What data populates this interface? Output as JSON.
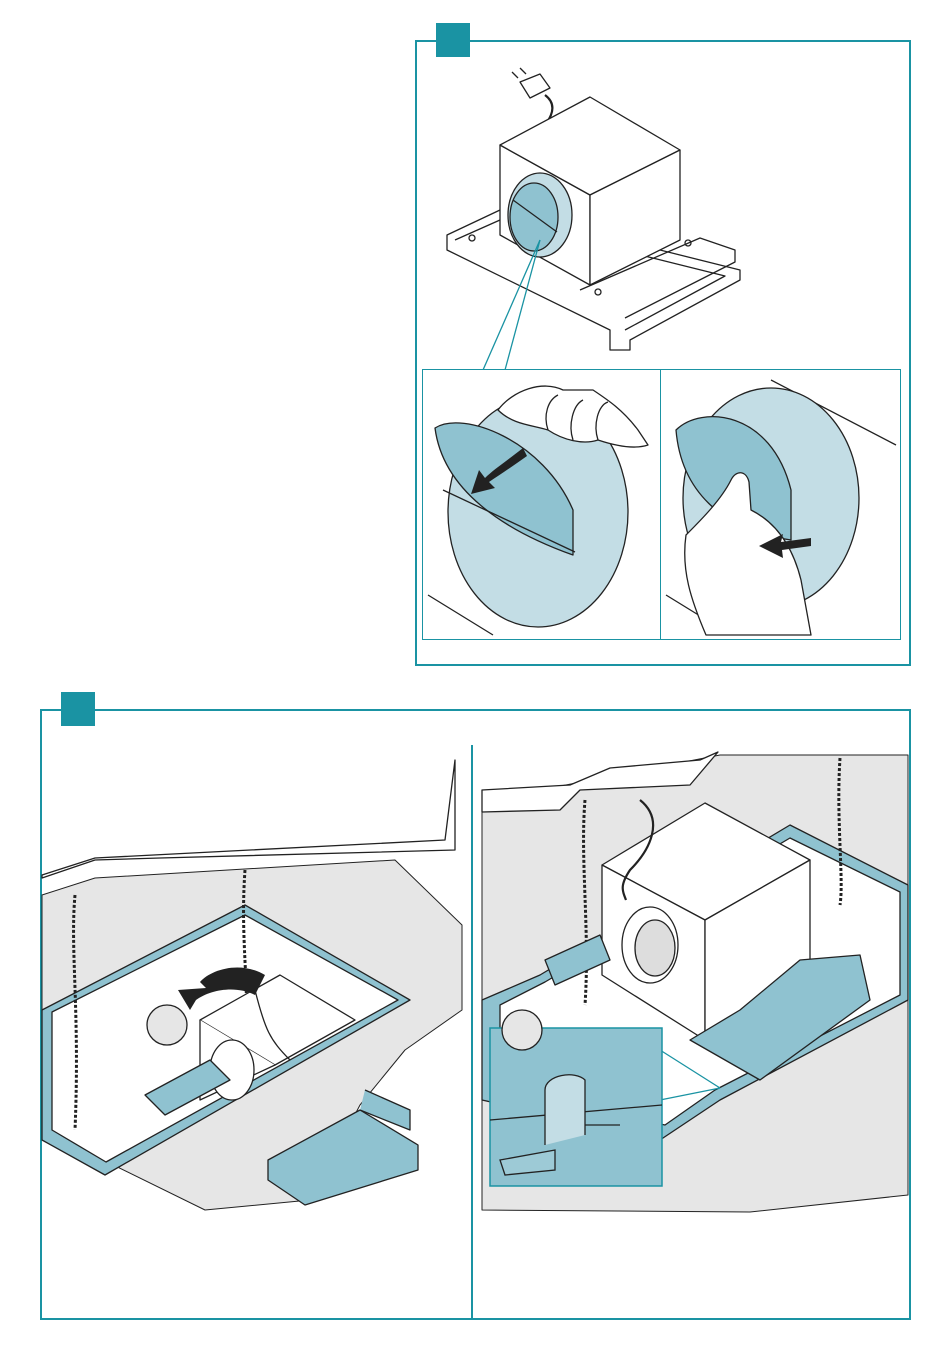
{
  "colors": {
    "accent": "#1a93a3",
    "part_fill": "#8fc2d0",
    "part_light": "#c3dde5",
    "floor_gray": "#e6e6e6",
    "line": "#222222"
  },
  "panels": [
    {
      "name": "step-panel-top",
      "badge_label": "",
      "subpanels": [
        {
          "name": "detail-open-flap",
          "arrow_direction": "down-left"
        },
        {
          "name": "detail-press-flap",
          "arrow_direction": "left"
        }
      ]
    },
    {
      "name": "step-panel-bottom",
      "badge_label": "",
      "subpanels": [
        {
          "name": "insert-motor-unit",
          "marker_label": ""
        },
        {
          "name": "motor-unit-installed",
          "marker_label": ""
        }
      ]
    }
  ]
}
